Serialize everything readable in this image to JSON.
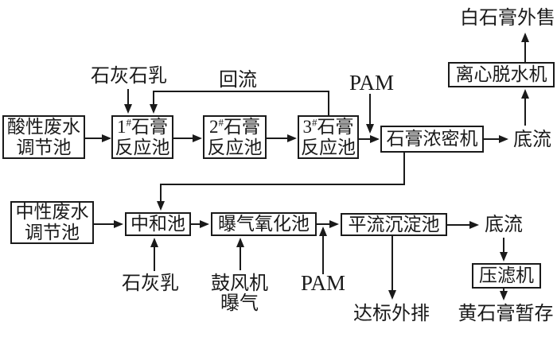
{
  "colors": {
    "background": "#ffffff",
    "line": "#1a1a1a",
    "text": "#1a1a1a"
  },
  "nodes": {
    "acid_tank": {
      "line1": "酸性废水",
      "line2": "调节池"
    },
    "reactor1": {
      "num": "1",
      "sup": "#",
      "suffix": "石膏",
      "line2": "反应池"
    },
    "reactor2": {
      "num": "2",
      "sup": "#",
      "suffix": "石膏",
      "line2": "反应池"
    },
    "reactor3": {
      "num": "3",
      "sup": "#",
      "suffix": "石膏",
      "line2": "反应池"
    },
    "thickener": {
      "label": "石膏浓密机"
    },
    "centrifuge": {
      "label": "离心脱水机"
    },
    "neutral_tank": {
      "line1": "中性废水",
      "line2": "调节池"
    },
    "neutralization": {
      "label": "中和池"
    },
    "aeration": {
      "label": "曝气氧化池"
    },
    "sedimentation": {
      "label": "平流沉淀池"
    },
    "filter_press": {
      "label": "压滤机"
    }
  },
  "labels": {
    "lime_stone_milk": "石灰石乳",
    "reflux": "回流",
    "pam_top": "PAM",
    "white_gypsum_sale": "白石膏外售",
    "underflow_top": "底流",
    "lime_milk": "石灰乳",
    "blower_line1": "鼓风机",
    "blower_line2": "曝气",
    "pam_bottom": "PAM",
    "underflow_bottom": "底流",
    "discharge": "达标外排",
    "yellow_gypsum_storage": "黄石膏暂存"
  }
}
